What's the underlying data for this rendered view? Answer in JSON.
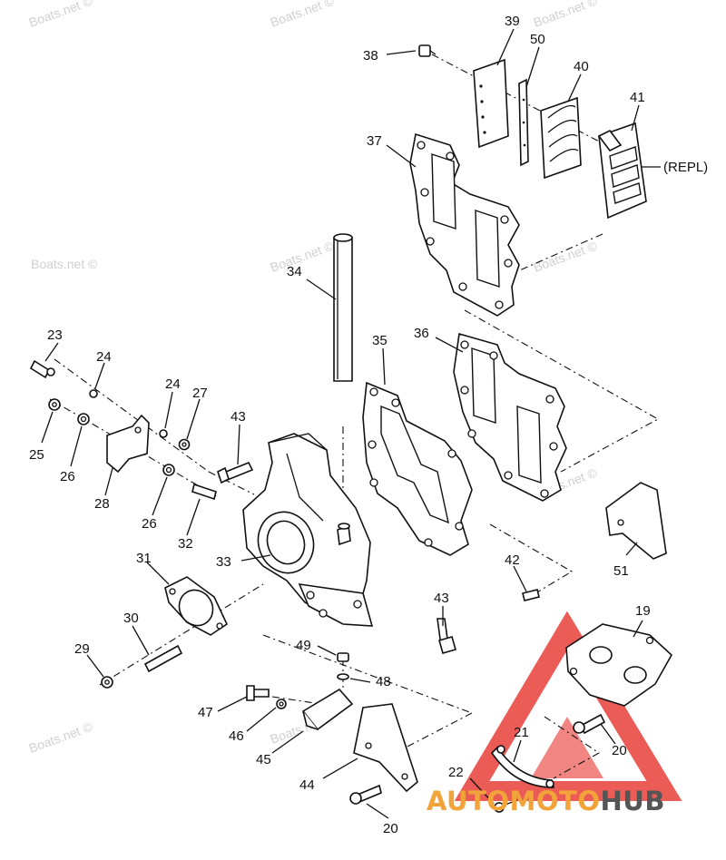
{
  "watermark_text": "Boats.net ©",
  "logo": {
    "part1": "AUTO",
    "part2": "MOTO",
    "part3": "HUB"
  },
  "labels": {
    "p19": "19",
    "p20a": "20",
    "p20b": "20",
    "p21": "21",
    "p22": "22",
    "p23": "23",
    "p24a": "24",
    "p24b": "24",
    "p25": "25",
    "p26a": "26",
    "p26b": "26",
    "p27": "27",
    "p28": "28",
    "p29": "29",
    "p30": "30",
    "p31": "31",
    "p32": "32",
    "p33": "33",
    "p34": "34",
    "p35": "35",
    "p36": "36",
    "p37": "37",
    "p38": "38",
    "p39": "39",
    "p40": "40",
    "p41": "41",
    "p42": "42",
    "p43a": "43",
    "p43b": "43",
    "p44": "44",
    "p45": "45",
    "p46": "46",
    "p47": "47",
    "p48": "48",
    "p49": "49",
    "p50": "50",
    "p51": "51",
    "repl": "(REPL)"
  },
  "colors": {
    "logo_triangle": "#e8403a",
    "logo_orange": "#f2a33a",
    "logo_gray": "#555555"
  }
}
